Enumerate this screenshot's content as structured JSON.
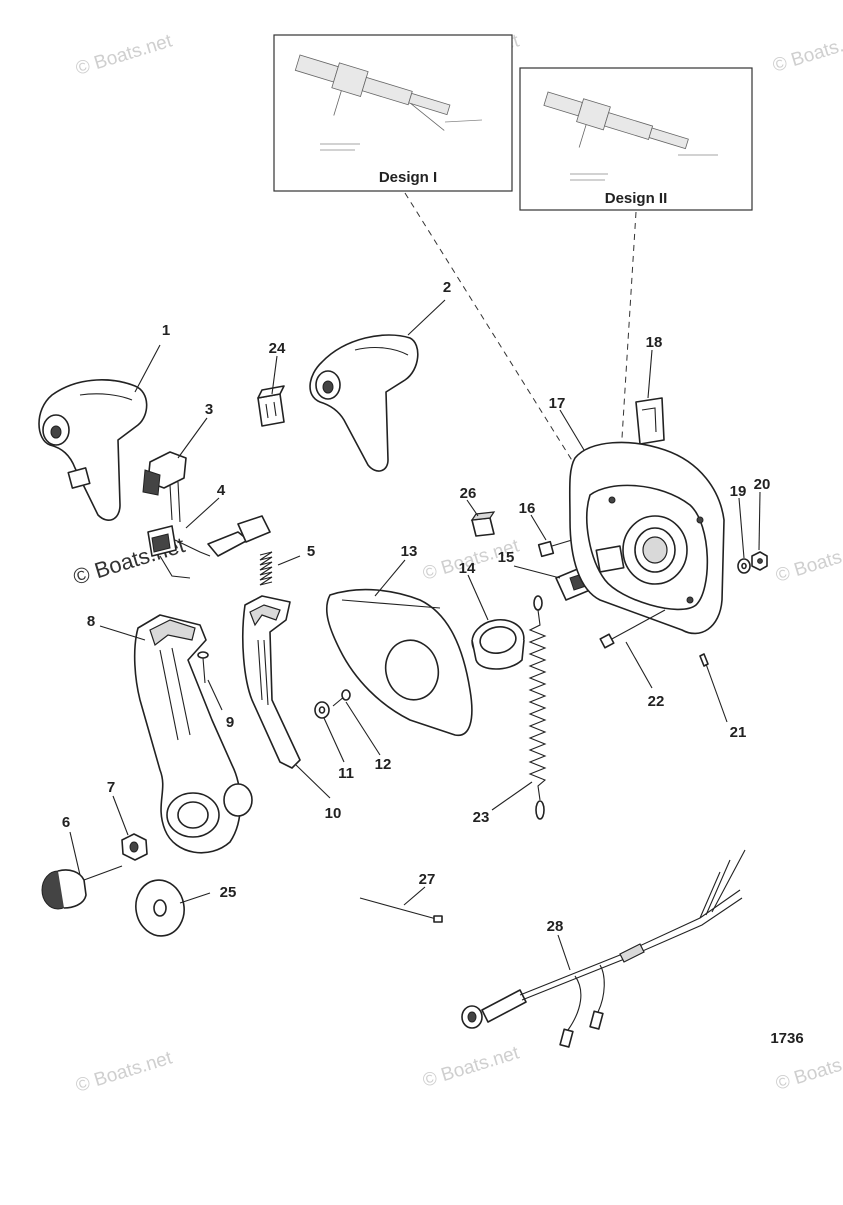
{
  "figure_id": "1736",
  "watermark_text": "© Boats.net",
  "insets": [
    {
      "key": "design1",
      "label": "Design I"
    },
    {
      "key": "design2",
      "label": "Design II"
    }
  ],
  "callouts": [
    "1",
    "2",
    "3",
    "4",
    "5",
    "6",
    "7",
    "8",
    "9",
    "10",
    "11",
    "12",
    "13",
    "14",
    "15",
    "16",
    "17",
    "18",
    "19",
    "20",
    "21",
    "22",
    "23",
    "24",
    "25",
    "26",
    "27",
    "28"
  ],
  "parts": [
    {
      "number": "1",
      "icon": "handle-left-icon"
    },
    {
      "number": "2",
      "icon": "handle-right-icon"
    },
    {
      "number": "3",
      "icon": "switch-icon"
    },
    {
      "number": "4",
      "icon": "connector-icon"
    },
    {
      "number": "5",
      "icon": "spring-icon"
    },
    {
      "number": "6",
      "icon": "knob-icon"
    },
    {
      "number": "7",
      "icon": "nut-icon"
    },
    {
      "number": "8",
      "icon": "lever-arm-icon"
    },
    {
      "number": "9",
      "icon": "screw-icon"
    },
    {
      "number": "10",
      "icon": "lever-icon"
    },
    {
      "number": "11",
      "icon": "washer-icon"
    },
    {
      "number": "12",
      "icon": "screw-icon"
    },
    {
      "number": "13",
      "icon": "cover-icon"
    },
    {
      "number": "14",
      "icon": "bushing-icon"
    },
    {
      "number": "15",
      "icon": "clip-icon"
    },
    {
      "number": "16",
      "icon": "bolt-icon"
    },
    {
      "number": "17",
      "icon": "housing-icon"
    },
    {
      "number": "18",
      "icon": "bracket-icon"
    },
    {
      "number": "19",
      "icon": "washer-icon"
    },
    {
      "number": "20",
      "icon": "nut-icon"
    },
    {
      "number": "21",
      "icon": "pin-icon"
    },
    {
      "number": "22",
      "icon": "bolt-icon"
    },
    {
      "number": "23",
      "icon": "lanyard-icon"
    },
    {
      "number": "24",
      "icon": "clip-icon"
    },
    {
      "number": "25",
      "icon": "washer-icon"
    },
    {
      "number": "26",
      "icon": "pad-icon"
    },
    {
      "number": "27",
      "icon": "cable-tie-icon"
    },
    {
      "number": "28",
      "icon": "wire-harness-icon"
    }
  ]
}
